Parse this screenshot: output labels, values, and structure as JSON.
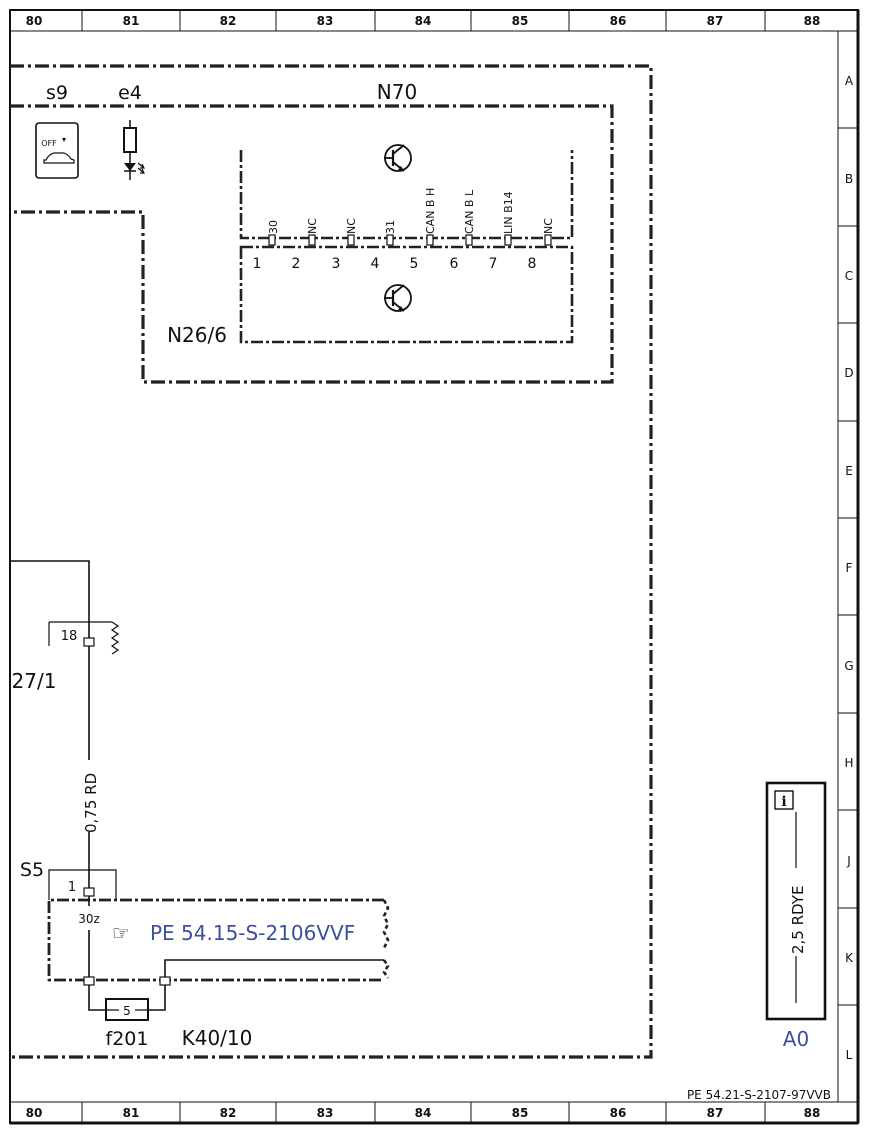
{
  "top_columns": [
    "80",
    "81",
    "82",
    "83",
    "84",
    "85",
    "86",
    "87",
    "88"
  ],
  "bottom_columns": [
    "80",
    "81",
    "82",
    "83",
    "84",
    "85",
    "86",
    "87",
    "88"
  ],
  "rows": [
    "A",
    "B",
    "C",
    "D",
    "E",
    "F",
    "G",
    "H",
    "J",
    "K",
    "L"
  ],
  "components": {
    "s9": "s9",
    "e4": "e4",
    "n70": "N70",
    "n26_6": "N26/6",
    "s5": "S5",
    "f201": "f201",
    "k40_10": "K40/10",
    "a0": "A0",
    "conn_27_1": "27/1"
  },
  "switch_icon_text": "OFF",
  "connector_pins": {
    "labels": [
      "30",
      "NC",
      "NC",
      "31",
      "CAN B H",
      "CAN B L",
      "LIN B14",
      "NC"
    ],
    "numbers": [
      "1",
      "2",
      "3",
      "4",
      "5",
      "6",
      "7",
      "8"
    ]
  },
  "connector_18_pin": "18",
  "wire_label": "0,75 RD",
  "s5_pin": "1",
  "terminal_30z": "30z",
  "fuse_number": "5",
  "reference_link": "PE 54.15-S-2106VVF",
  "info_box": {
    "icon": "info-icon",
    "wire_label": "2,5 RDYE"
  },
  "diagram_id": "PE 54.21-S-2107-97VVB",
  "colors": {
    "line": "#111111",
    "link": "#3b4fa0"
  }
}
